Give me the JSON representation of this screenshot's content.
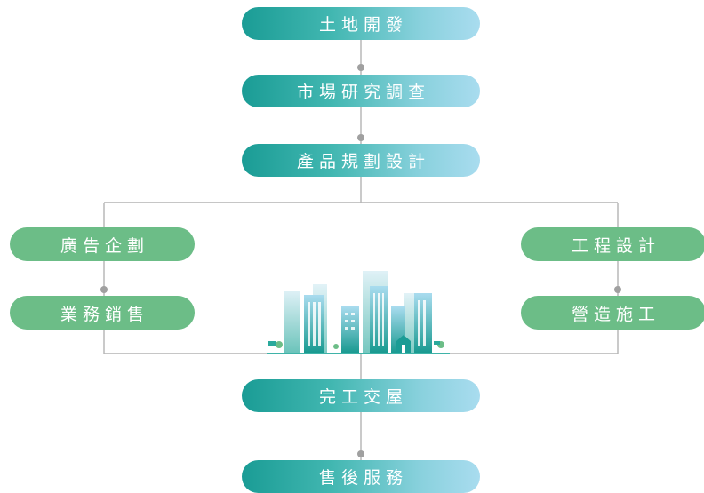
{
  "flow": {
    "steps": [
      "土地開發",
      "市場研究調查",
      "產品規劃設計"
    ],
    "left_branch": [
      "廣告企劃",
      "業務銷售"
    ],
    "right_branch": [
      "工程設計",
      "營造施工"
    ],
    "final_steps": [
      "完工交屋",
      "售後服務"
    ]
  },
  "colors": {
    "gradient_start": "#1a9c95",
    "gradient_end": "#a9dcef",
    "side_pill": "#6cbd87",
    "connector": "#b4b4b4",
    "dot": "#a0a0a0"
  },
  "illustration": {
    "icon": "city-skyline-icon"
  }
}
